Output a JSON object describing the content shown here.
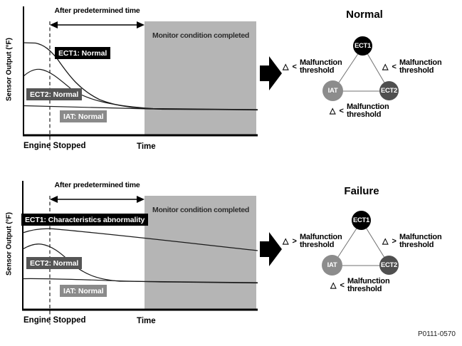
{
  "figure_id": "P0111-0570",
  "colors": {
    "monitor_box": "#b5b5b5",
    "ect1_node": "#000000",
    "ect2_node": "#4f4f4f",
    "iat_node": "#8c8c8c",
    "ect2_label_bg": "#555555",
    "iat_label_bg": "#8a8a8a"
  },
  "panels": [
    {
      "name": "normal",
      "graph": {
        "y_axis_label": "Sensor Output (°F)",
        "x_axis_label": "Time",
        "engine_stopped_label": "Engine Stopped",
        "predetermined_time_label": "After predetermined time",
        "monitor_label": "Monitor condition completed",
        "curve_labels": {
          "ect1": "ECT1: Normal",
          "ect2": "ECT2: Normal",
          "iat": "IAT: Normal"
        }
      },
      "diagram": {
        "title": "Normal",
        "nodes": {
          "top": "ECT1",
          "bottom_left": "IAT",
          "bottom_right": "ECT2"
        },
        "thresholds": {
          "left": {
            "symbol": "△ <",
            "label": "Malfunction\nthreshold"
          },
          "right": {
            "symbol": "△ <",
            "label": "Malfunction\nthreshold"
          },
          "bottom": {
            "symbol": "△ <",
            "label": "Malfunction\nthreshold"
          }
        }
      }
    },
    {
      "name": "failure",
      "graph": {
        "y_axis_label": "Sensor Output (°F)",
        "x_axis_label": "Time",
        "engine_stopped_label": "Engine Stopped",
        "predetermined_time_label": "After predetermined time",
        "monitor_label": "Monitor condition completed",
        "curve_labels": {
          "ect1": "ECT1: Characteristics abnormality",
          "ect2": "ECT2: Normal",
          "iat": "IAT: Normal"
        }
      },
      "diagram": {
        "title": "Failure",
        "nodes": {
          "top": "ECT1",
          "bottom_left": "IAT",
          "bottom_right": "ECT2"
        },
        "thresholds": {
          "left": {
            "symbol": "△ >",
            "label": "Malfunction\nthreshold"
          },
          "right": {
            "symbol": "△ >",
            "label": "Malfunction\nthreshold"
          },
          "bottom": {
            "symbol": "△ <",
            "label": "Malfunction\nthreshold"
          }
        }
      }
    }
  ]
}
